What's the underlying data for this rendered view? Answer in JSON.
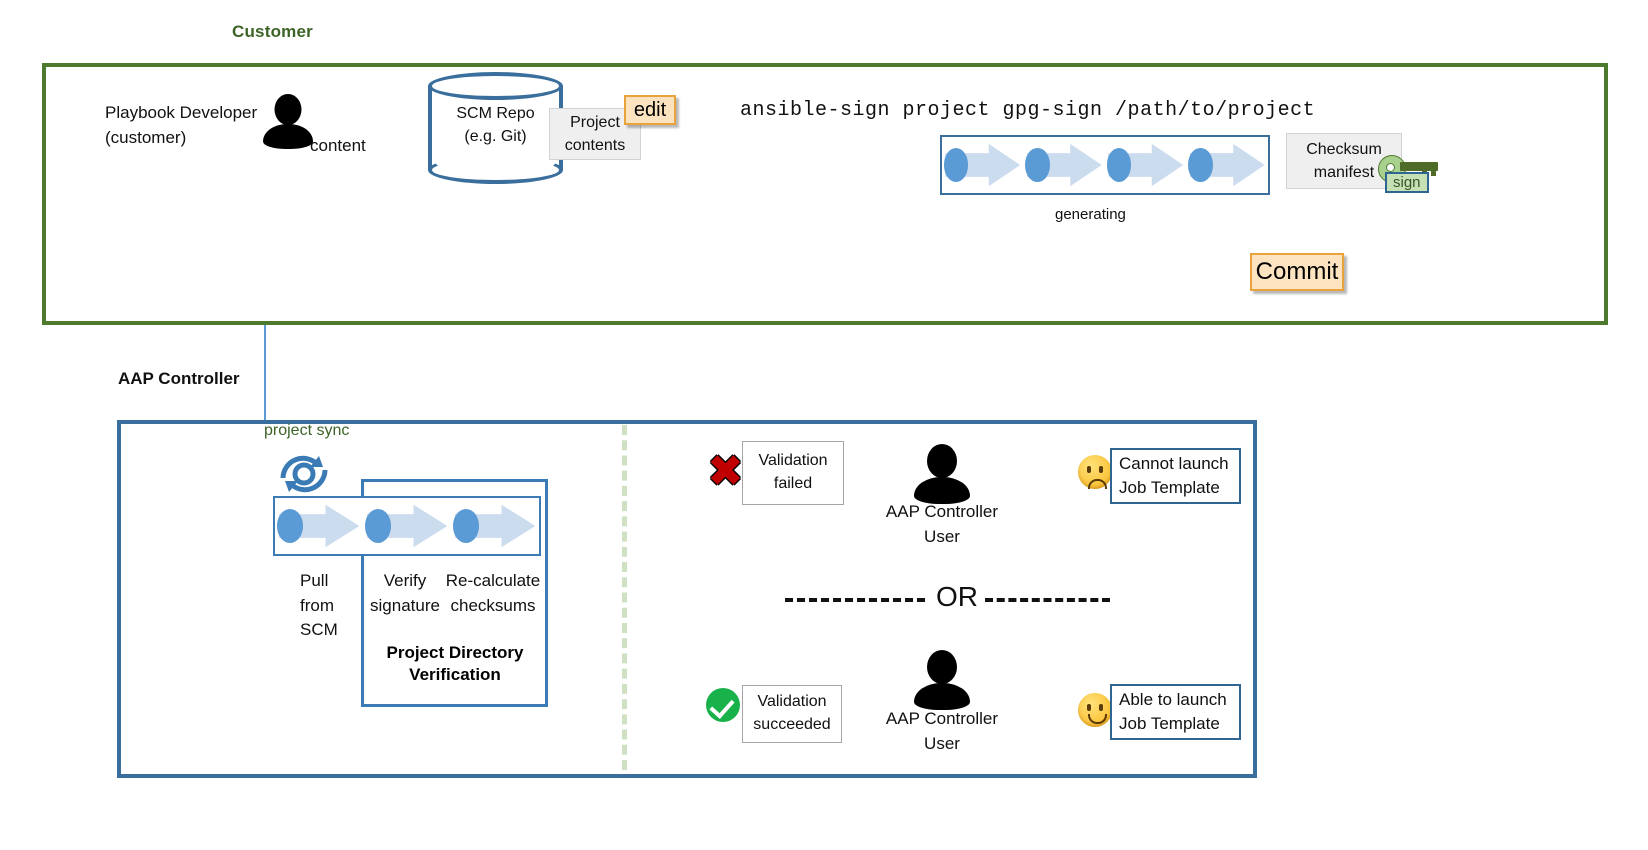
{
  "customer": {
    "title": "Customer",
    "developer_label": "Playbook Developer\n(customer)",
    "developer_line1": "Playbook Developer",
    "developer_line2": "(customer)",
    "content_label": "content",
    "scm_line1": "SCM Repo",
    "scm_line2": "(e.g. Git)",
    "project_contents_line1": "Project",
    "project_contents_line2": "contents",
    "edit_label": "edit",
    "command": "ansible-sign project gpg-sign /path/to/project",
    "generating_label": "generating",
    "checksum_line1": "Checksum",
    "checksum_line2": "manifest",
    "sign_label": "sign",
    "commit_label": "Commit",
    "generating_steps": 4
  },
  "aap": {
    "title": "AAP Controller",
    "project_sync_label": "project sync",
    "pull_label_line1": "Pull",
    "pull_label_line2": "from",
    "pull_label_line3": "SCM",
    "verify_label_line1": "Verify",
    "verify_label_line2": "signature",
    "recalc_label_line1": "Re-calculate",
    "recalc_label_line2": "checksums",
    "verification_title_line1": "Project Directory",
    "verification_title_line2": "Verification",
    "or_label": "OR",
    "branches": [
      {
        "status_line1": "Validation",
        "status_line2": "failed",
        "mark": "x-mark-icon",
        "user_line1": "AAP Controller",
        "user_line2": "User",
        "face": "sad-face-icon",
        "outcome_line1": "Cannot launch",
        "outcome_line2": "Job Template"
      },
      {
        "status_line1": "Validation",
        "status_line2": "succeeded",
        "mark": "check-mark-icon",
        "user_line1": "AAP Controller",
        "user_line2": "User",
        "face": "neutral-face-icon",
        "outcome_line1": "Able to launch",
        "outcome_line2": "Job Template"
      }
    ]
  },
  "colors": {
    "customer_border": "#4e7a30",
    "aap_border": "#3a6e9c",
    "arrow_blue": "#5b9bd5",
    "dark_blue": "#2e6593",
    "chevron_fill": "#ccdcef",
    "dot_blue": "#5b9bd5",
    "yellow_fill": "#fde3c0",
    "yellow_border": "#e8a33d",
    "green_key": "#a9d18e",
    "success_green": "#19b24a",
    "fail_red": "#c00000",
    "dash_green": "#cfe0c3"
  }
}
